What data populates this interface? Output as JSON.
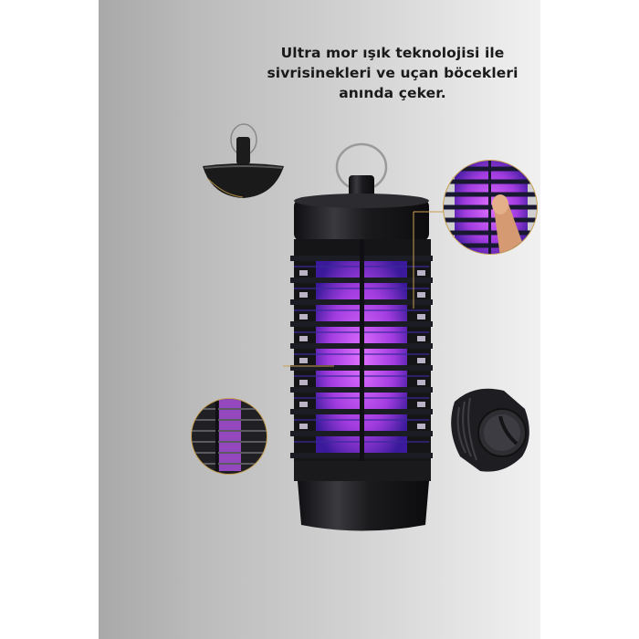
{
  "caption": {
    "lines": [
      "Ultra mor ışık teknolojisi ile",
      "sivrisinekleri ve uçan böcekleri",
      "anında çeker."
    ]
  },
  "product": {
    "name": "UV mosquito killer lamp",
    "glow_color": "#b040e8",
    "body_color": "#1b1b1e",
    "accent_line_color": "#c8a050"
  },
  "detail_insets": [
    {
      "name": "hanging-cap-detail"
    },
    {
      "name": "uv-grid-touch-detail"
    },
    {
      "name": "side-grille-detail"
    },
    {
      "name": "power-knob-detail"
    }
  ]
}
